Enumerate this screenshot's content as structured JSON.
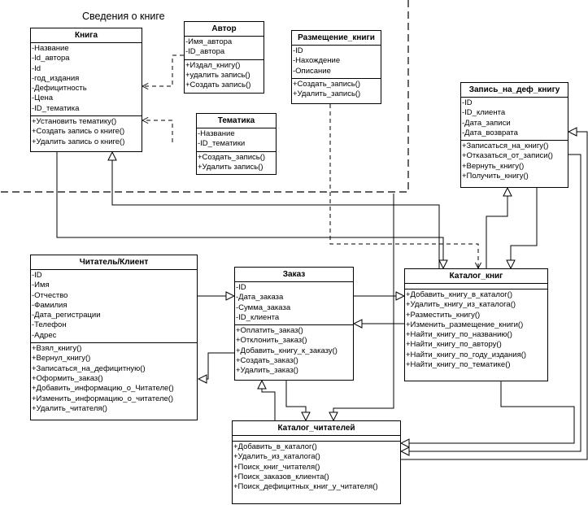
{
  "package_title": "Сведения о книге",
  "classes": {
    "kniga": {
      "name": "Книга",
      "attributes": [
        "-Название",
        "-Id_автора",
        "-Id",
        "-год_издания",
        "-Дефицитность",
        "-Цена",
        "-ID_тематика"
      ],
      "methods": [
        "+Установить тематику()",
        "+Создать запись о книге()",
        "+Удалить запись о книге()"
      ]
    },
    "avtor": {
      "name": "Автор",
      "attributes": [
        "-Имя_автора",
        "-ID_автора"
      ],
      "methods": [
        "+Издал_книгу()",
        "+удалить запись()",
        "+Создать запись()"
      ]
    },
    "tematika": {
      "name": "Тематика",
      "attributes": [
        "-Название",
        "-ID_тематики"
      ],
      "methods": [
        "+Создать_запись()",
        "+Удалить запись()"
      ]
    },
    "razmeshchenie": {
      "name": "Размещение_книги",
      "attributes": [
        "-ID",
        "-Нахождение",
        "-Описание"
      ],
      "methods": [
        "+Создать_запись()",
        "+Удалить_запись()"
      ]
    },
    "zapis_def": {
      "name": "Запись_на_деф_книгу",
      "attributes": [
        "-ID",
        "-ID_клиента",
        "-Дата_записи",
        "-Дата_возврата"
      ],
      "methods": [
        "+Записаться_на_книгу()",
        "+Отказаться_от_записи()",
        "+Вернуть_книгу()",
        "+Получить_книгу()"
      ]
    },
    "chitatel": {
      "name": "Читатель/Клиент",
      "attributes": [
        "-ID",
        "-Имя",
        "-Отчество",
        "-Фамилия",
        "-Дата_регистрации",
        "-Телефон",
        "-Адрес"
      ],
      "methods": [
        "+Взял_книгу()",
        "+Вернул_книгу()",
        "+Записаться_на_дефицитную()",
        "+Оформить_заказ()",
        "+Добавить_информацию_о_Читателе()",
        "+Изменить_информацию_о_читателе()",
        "+Удалить_читателя()"
      ]
    },
    "zakaz": {
      "name": "Заказ",
      "attributes": [
        "-ID",
        "-Дата_заказа",
        "-Сумма_заказа",
        "-ID_клиента"
      ],
      "methods": [
        "+Оплатить_заказ()",
        "+Отклонить_заказ()",
        "+Добавить_книгу_к_заказу()",
        "+Создать_заказ()",
        "+Удалить_заказ()"
      ]
    },
    "katalog_knig": {
      "name": "Каталог_книг",
      "attributes": [],
      "methods": [
        "+Добавить_книгу_в_каталог()",
        "+Удалить_книгу_из_каталога()",
        "+Разместить_книгу()",
        "+Изменить_размещение_книги()",
        "+Найти_книгу_по_названию()",
        "+Найти_книгу_по_автору()",
        "+Найти_книгу_по_году_издания()",
        "+Найти_книгу_по_тематике()"
      ]
    },
    "katalog_chit": {
      "name": "Каталог_читателей",
      "attributes": [],
      "methods": [
        "+Добавить_в_каталог()",
        "+Удалить_из_каталога()",
        "+Поиск_книг_читателя()",
        "+Поиск_заказов_клиента()",
        "+Поиск_дефицитных_книг_у_читателя()"
      ]
    }
  }
}
